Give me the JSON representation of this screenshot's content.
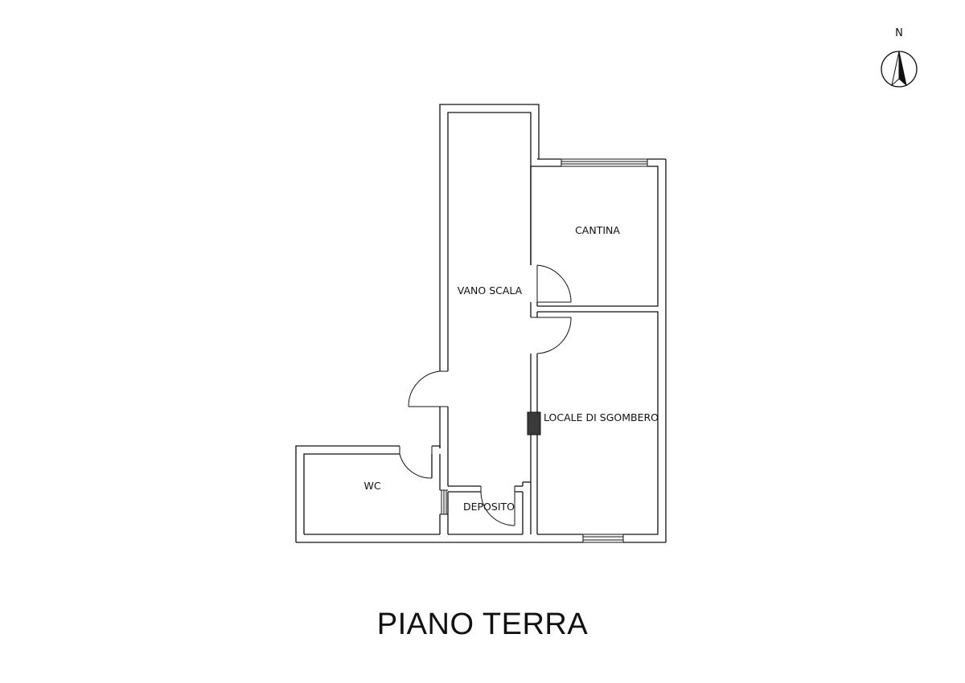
{
  "title": "PIANO TERRA",
  "north": {
    "label": "N",
    "icon": "north-arrow-icon"
  },
  "rooms": {
    "cantina": "CANTINA",
    "vano_scala": "VANO SCALA",
    "locale": "LOCALE DI SGOMBERO",
    "wc": "WC",
    "deposito": "DEPOSITO"
  },
  "colors": {
    "wall": "#111111",
    "column": "#3a3a3a",
    "background": "#ffffff"
  }
}
